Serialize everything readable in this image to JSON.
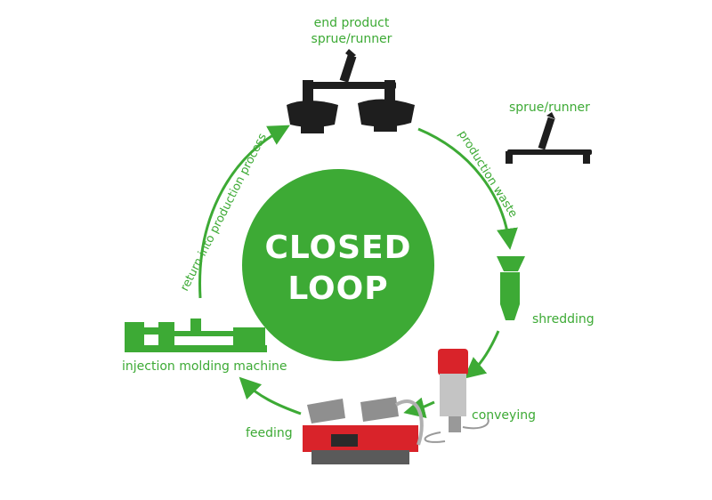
{
  "colors": {
    "accent": "#3daa35",
    "dark_part": "#1e1e1e",
    "machine_red": "#d9232a",
    "metal": "#b9b9b9"
  },
  "center": {
    "line1": "CLOSED",
    "line2": "LOOP"
  },
  "labels": {
    "end_product": "end product",
    "sprue_runner_top": "sprue/runner",
    "sprue_runner_right": "sprue/runner",
    "production_waste": "production waste",
    "shredding": "shredding",
    "conveying": "conveying",
    "feeding": "feeding",
    "injection_molding_machine": "injection molding machine",
    "return_into_production": "return into production process"
  },
  "icons": {
    "end_product": "molded-part-with-sprue-icon",
    "sprue": "sprue-runner-icon",
    "shredder": "shredder-hopper-icon",
    "conveyor": "vacuum-conveyor-icon",
    "feeder": "granulator-feeder-icon",
    "machine": "injection-molding-machine-icon"
  }
}
